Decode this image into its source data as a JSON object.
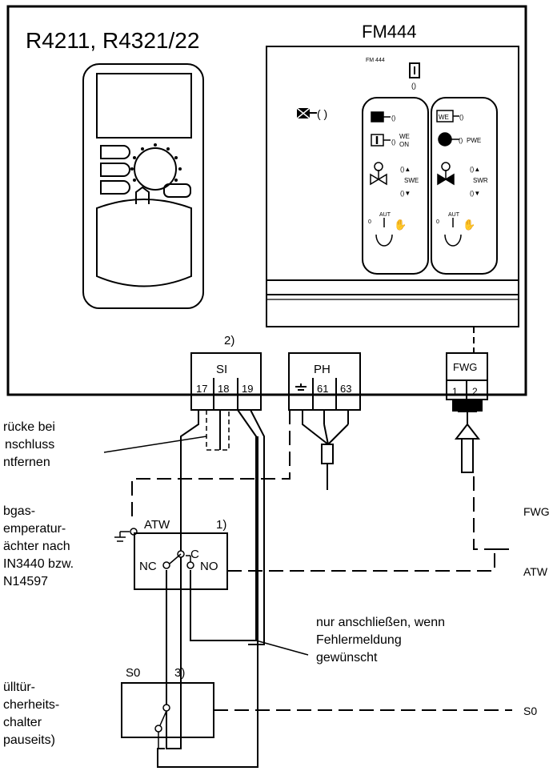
{
  "controller": {
    "model": "R4211, R4321/22"
  },
  "module": {
    "title": "FM444",
    "small_label": "FM 444",
    "panel1": {
      "on_label": "ON",
      "we_label": "WE",
      "swe_label": "SWE",
      "aut_label": "AUT",
      "zero_label": "0"
    },
    "panel2": {
      "we_box": "WE",
      "pwe_label": "PWE",
      "swr_label": "SWR",
      "aut_label": "AUT",
      "zero_label": "0"
    }
  },
  "terminals": {
    "si": {
      "name": "SI",
      "pins": [
        "17",
        "18",
        "19"
      ],
      "note": "2)"
    },
    "ph": {
      "name": "PH",
      "pins": [
        "61",
        "63"
      ]
    },
    "fwg": {
      "name": "FWG",
      "pins": [
        "1",
        "2"
      ]
    }
  },
  "labels": {
    "bridge": [
      "rücke bei",
      "nschluss",
      "ntfernen"
    ],
    "atw_desc": [
      "bgas-",
      "emperatur-",
      "ächter nach",
      "IN3440 bzw.",
      "N14597"
    ],
    "atw_box": "ATW",
    "atw_note": "1)",
    "contact_c": "C",
    "contact_nc": "NC",
    "contact_no": "NO",
    "error_note": [
      "nur anschließen, wenn",
      "Fehlermeldung",
      "gewünscht"
    ],
    "s0_box": "S0",
    "s0_note": "3)",
    "s0_desc": [
      "ülltür-",
      "cherheits-",
      "chalter",
      "pauseits)"
    ],
    "right_fwg": "FWG",
    "right_atw": "ATW",
    "right_s0": "S0"
  }
}
